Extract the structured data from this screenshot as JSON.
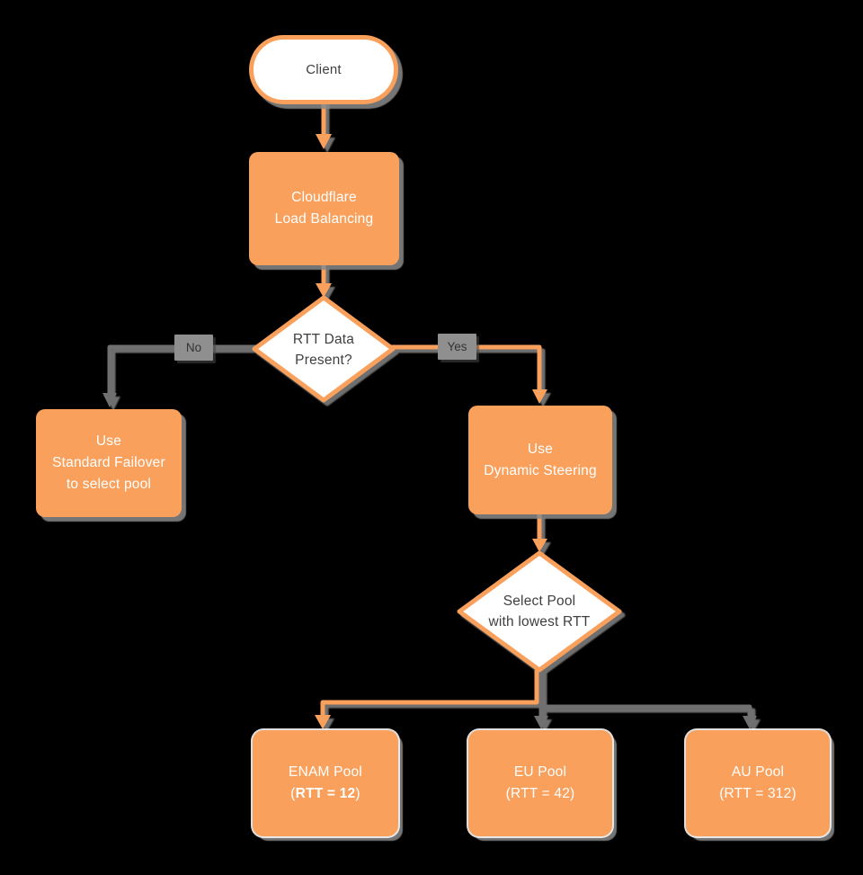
{
  "colors": {
    "orange": "#F9A15C",
    "gray_connector": "#6F6F6F",
    "node_text": "#FFFFFF",
    "decision_text": "#3F3F3F",
    "edge_label_bg": "#8F8F8F",
    "shadow": "#8A8A8A",
    "background": "#000000"
  },
  "nodes": {
    "client": {
      "label": "Client"
    },
    "load_balancing": {
      "lines": [
        "Cloudflare",
        "Load Balancing"
      ]
    },
    "rtt_decision": {
      "lines": [
        "RTT Data",
        "Present?"
      ]
    },
    "standard_failover": {
      "lines": [
        "Use",
        "Standard Failover",
        "to select pool"
      ]
    },
    "dynamic_steering": {
      "lines": [
        "Use",
        "Dynamic Steering"
      ]
    },
    "select_pool": {
      "lines": [
        "Select Pool",
        "with lowest RTT"
      ]
    },
    "enam_pool": {
      "line1": "ENAM Pool",
      "line2_prefix": "(",
      "line2_bold": "RTT = 12",
      "line2_suffix": ")"
    },
    "eu_pool": {
      "lines": [
        "EU Pool",
        "(RTT = 42)"
      ]
    },
    "au_pool": {
      "lines": [
        "AU Pool",
        "(RTT = 312)"
      ]
    }
  },
  "edges": {
    "no_label": "No",
    "yes_label": "Yes"
  }
}
